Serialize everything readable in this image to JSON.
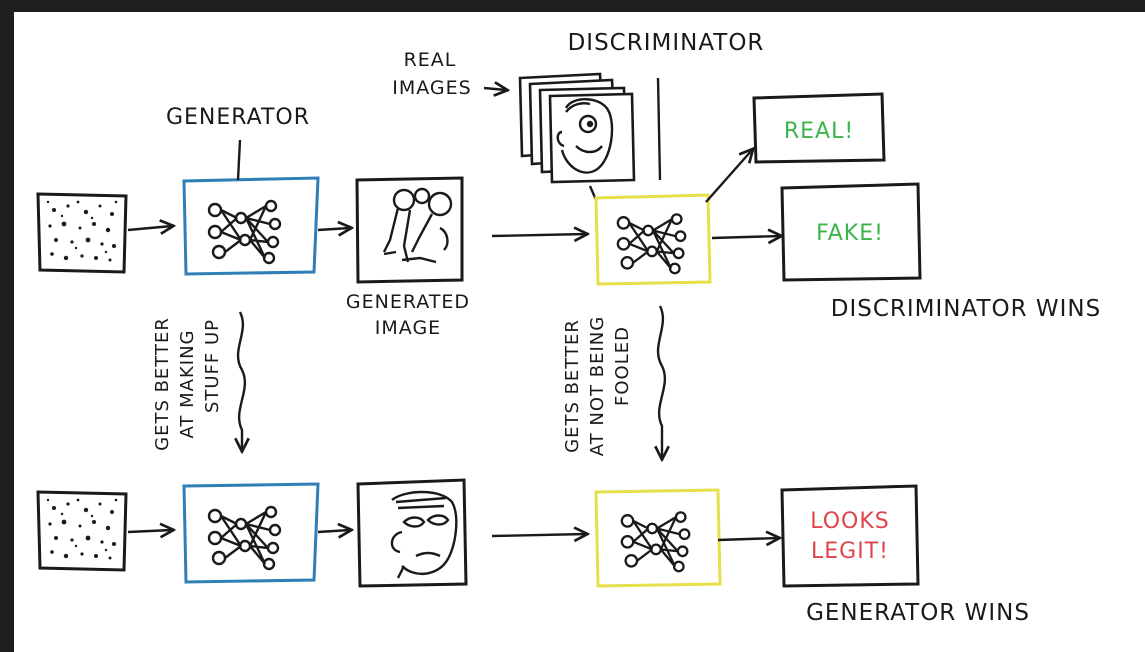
{
  "labels": {
    "generator": "GENERATOR",
    "discriminator": "DISCRIMINATOR",
    "real_images_line1": "REAL",
    "real_images_line2": "IMAGES",
    "generated_image_line1": "GENERATED",
    "generated_image_line2": "IMAGE",
    "gen_better_line1": "GETS BETTER",
    "gen_better_line2": "AT MAKING",
    "gen_better_line3": "STUFF UP",
    "disc_better_line1": "GETS BETTER",
    "disc_better_line2": "AT NOT BEING",
    "disc_better_line3": "FOOLED",
    "real_output": "REAL!",
    "fake_output": "FAKE!",
    "legit_line1": "LOOKS",
    "legit_line2": "LEGIT!",
    "discriminator_wins": "DISCRIMINATOR WINS",
    "generator_wins": "GENERATOR WINS"
  },
  "colors": {
    "generator_box": "#2f7fb6",
    "discriminator_box": "#e6e04a",
    "real_fake_text": "#3cb44b",
    "legit_text": "#e0454a",
    "ink": "#1a1a1a",
    "paper": "#ffffff",
    "frame": "#1e1e1e"
  }
}
